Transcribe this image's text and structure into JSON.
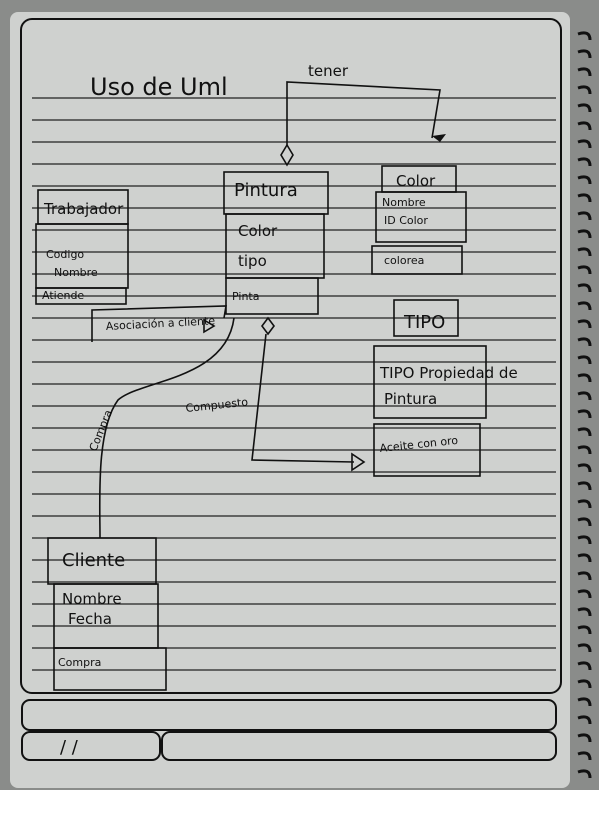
{
  "title": "Uso de Uml",
  "relationship_labels": {
    "top": "tener",
    "left": "Asociación a cliente",
    "center": "Compuesto",
    "vertical": "Compra",
    "tipo_lower": "Aceite con oro"
  },
  "classes": {
    "trabajador": {
      "name": "Trabajador",
      "attributes": [
        "Codigo",
        "Nombre"
      ],
      "method": "Atiende"
    },
    "pintura": {
      "name": "Pintura",
      "attributes": [
        "Color",
        "tipo"
      ],
      "method": "Pinta"
    },
    "color": {
      "name": "Color",
      "attributes": [
        "Nombre",
        "ID Color"
      ],
      "method": "colorea"
    },
    "tipo": {
      "name": "TIPO",
      "attributes": [
        "TIPO Propiedad de",
        "Pintura"
      ]
    },
    "cliente": {
      "name": "Cliente",
      "attributes": [
        "Nombre",
        "Fecha"
      ],
      "method": "Compra"
    }
  },
  "footer": {
    "date_marks": "/   /"
  }
}
